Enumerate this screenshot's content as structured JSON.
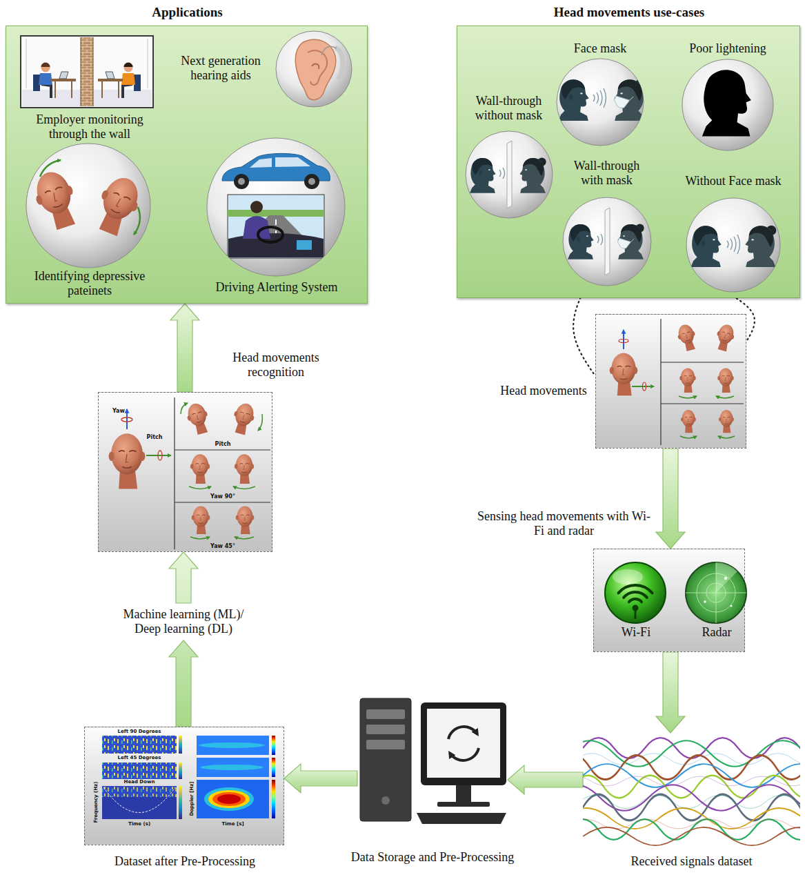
{
  "diagram": {
    "nodes": [
      {
        "text": [
          "Applications"
        ]
      },
      {
        "text": [
          "Employer monitoring through the wall"
        ],
        "in": 0
      },
      {
        "text": [
          "Next generation hearing aids"
        ],
        "in": 0
      },
      {
        "text": [
          "Identifying depressive pateinets"
        ],
        "in": 0
      },
      {
        "text": [
          "Driving Alerting System"
        ],
        "in": 0
      },
      {
        "text": [
          "Head movements use-cases"
        ]
      },
      {
        "text": [
          "Face mask"
        ],
        "in": 5
      },
      {
        "text": [
          "Poor lightening"
        ],
        "in": 5
      },
      {
        "text": [
          "Wall-through without mask"
        ],
        "in": 5
      },
      {
        "text": [
          "Wall-through with mask"
        ],
        "in": 5
      },
      {
        "text": [
          "Without Face mask"
        ],
        "in": 5
      },
      {
        "text": [
          "Head movements"
        ]
      },
      {
        "text": [
          "Wi-Fi",
          "Radar"
        ]
      },
      {
        "text": [
          "Received signals dataset"
        ]
      },
      {
        "text": [
          "Data Storage and Pre-Processing"
        ]
      },
      {
        "text": [
          "Dataset after Pre-Processing"
        ]
      },
      {
        "text": [
          "Yaw",
          "Pitch",
          "Pitch",
          "Yaw 90°",
          "Yaw 45°"
        ]
      }
    ],
    "edges": [
      {
        "from": 9,
        "to": 11,
        "arrow": "none"
      },
      {
        "from": 10,
        "to": 11,
        "arrow": "none"
      },
      {
        "from": 11,
        "to": 12,
        "arrow": "to",
        "label": "Sensing head movements with Wi-Fi and radar"
      },
      {
        "from": 12,
        "to": 13,
        "arrow": "to"
      },
      {
        "from": 13,
        "to": 14,
        "arrow": "to"
      },
      {
        "from": 14,
        "to": 15,
        "arrow": "to"
      },
      {
        "from": 15,
        "to": 16,
        "arrow": "to",
        "label": "Machine learning (ML)/ Deep learning (DL)"
      },
      {
        "from": 16,
        "to": 0,
        "arrow": "to",
        "label": "Head movements recognition"
      }
    ],
    "labels": [
      "Left 90 Degrees",
      "Left 45 Degrees",
      "Head Down",
      "Frequency (Hz)",
      "Time (s)",
      "Doppler [Hz]",
      "Time [s]"
    ]
  }
}
